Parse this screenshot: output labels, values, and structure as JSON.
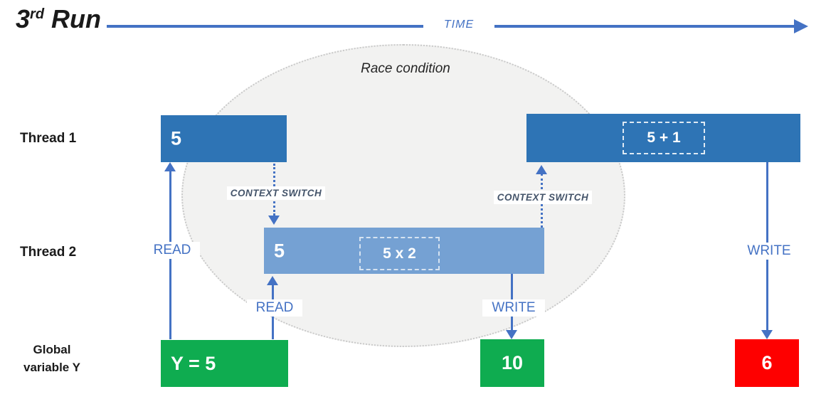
{
  "title": {
    "number": "3",
    "ordinal": "rd",
    "word": " Run"
  },
  "timeline": {
    "label": "TIME"
  },
  "ellipse": {
    "label": "Race condition"
  },
  "rows": {
    "thread1": "Thread 1",
    "thread2": "Thread 2",
    "global_line1": "Global",
    "global_line2": "variable Y"
  },
  "bars": {
    "thread1_first_value": "5",
    "thread1_second_operation": "5 + 1",
    "thread2_value": "5",
    "thread2_operation": "5 x 2"
  },
  "arrows": {
    "read_long": "READ",
    "read_short": "READ",
    "write_thread2": "WRITE",
    "write_thread1": "WRITE",
    "context_switch_1": "CONTEXT SWITCH",
    "context_switch_2": "CONTEXT SWITCH"
  },
  "values": {
    "initial": "Y = 5",
    "intermediate": "10",
    "final": "6"
  },
  "colors": {
    "accent_blue": "#4472C4",
    "bar_dark_blue": "#2E74B5",
    "bar_light_blue": "#75A1D3",
    "green": "#0FAC50",
    "red": "#FE0000",
    "ellipse_fill": "#F2F2F1",
    "context_switch_text": "#44546A"
  }
}
